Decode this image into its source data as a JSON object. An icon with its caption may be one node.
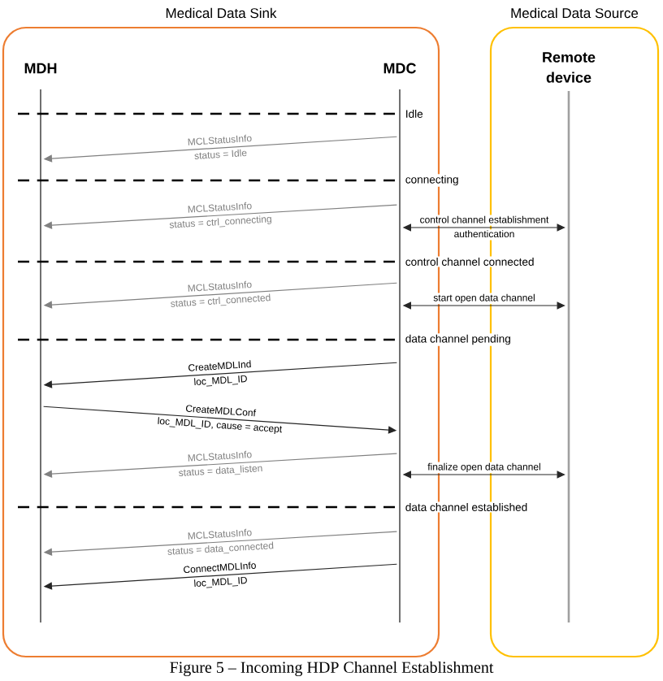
{
  "diagram": {
    "caption": "Figure 5 – Incoming HDP Channel Establishment",
    "nodes": [
      {
        "text": [
          "Medical Data Sink"
        ]
      },
      {
        "text": [
          "Medical Data Source"
        ]
      },
      {
        "text": [
          "MDH"
        ],
        "in": 0
      },
      {
        "text": [
          "MDC"
        ],
        "in": 0
      },
      {
        "text": [
          "Remote device"
        ],
        "in": 1
      }
    ],
    "edges": [
      {
        "from": 3,
        "to": 2,
        "arrow": "to",
        "label": "MCLStatusInfo status = Idle",
        "color": "#808080"
      },
      {
        "from": 3,
        "to": 2,
        "arrow": "to",
        "label": "MCLStatusInfo status = ctrl_connecting",
        "color": "#808080"
      },
      {
        "from": 3,
        "to": 4,
        "arrow": "both",
        "label": "control channel establishment authentication"
      },
      {
        "from": 3,
        "to": 2,
        "arrow": "to",
        "label": "MCLStatusInfo status = ctrl_connected",
        "color": "#808080"
      },
      {
        "from": 3,
        "to": 4,
        "arrow": "both",
        "label": "start open data channel"
      },
      {
        "from": 3,
        "to": 2,
        "arrow": "to",
        "label": "CreateMDLInd loc_MDL_ID"
      },
      {
        "from": 2,
        "to": 3,
        "arrow": "to",
        "label": "CreateMDLConf loc_MDL_ID, cause = accept"
      },
      {
        "from": 3,
        "to": 2,
        "arrow": "to",
        "label": "MCLStatusInfo status = data_listen",
        "color": "#808080"
      },
      {
        "from": 3,
        "to": 4,
        "arrow": "both",
        "label": "finalize open data channel"
      },
      {
        "from": 3,
        "to": 2,
        "arrow": "to",
        "label": "MCLStatusInfo status = data_connected",
        "color": "#808080"
      },
      {
        "from": 3,
        "to": 2,
        "arrow": "to",
        "label": "ConnectMDLInfo loc_MDL_ID"
      }
    ],
    "labels": [
      "Idle",
      "connecting",
      "control channel connected",
      "data channel pending",
      "data channel established"
    ]
  }
}
